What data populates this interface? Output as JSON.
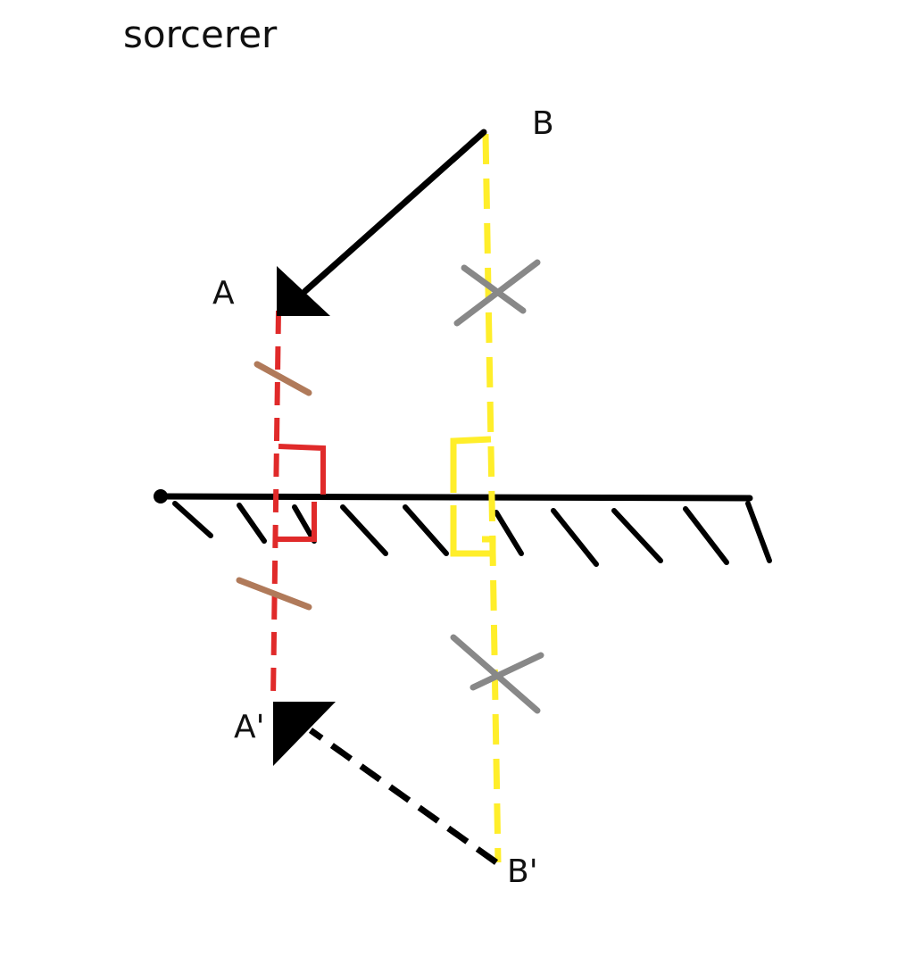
{
  "watermark": "sorcerer",
  "labels": {
    "A": "A",
    "B": "B",
    "A_image": "A'",
    "B_image": "B'"
  },
  "colors": {
    "object_arrow": "#000000",
    "image_arrow": "#000000",
    "mirror": "#000000",
    "A_projection": "#e02a2a",
    "B_projection": "#ffee2a",
    "A_equal_marks": "#b07a5a",
    "B_equal_marks": "#888888",
    "A_right_angle": "#e02a2a",
    "B_right_angle": "#ffee2a"
  }
}
